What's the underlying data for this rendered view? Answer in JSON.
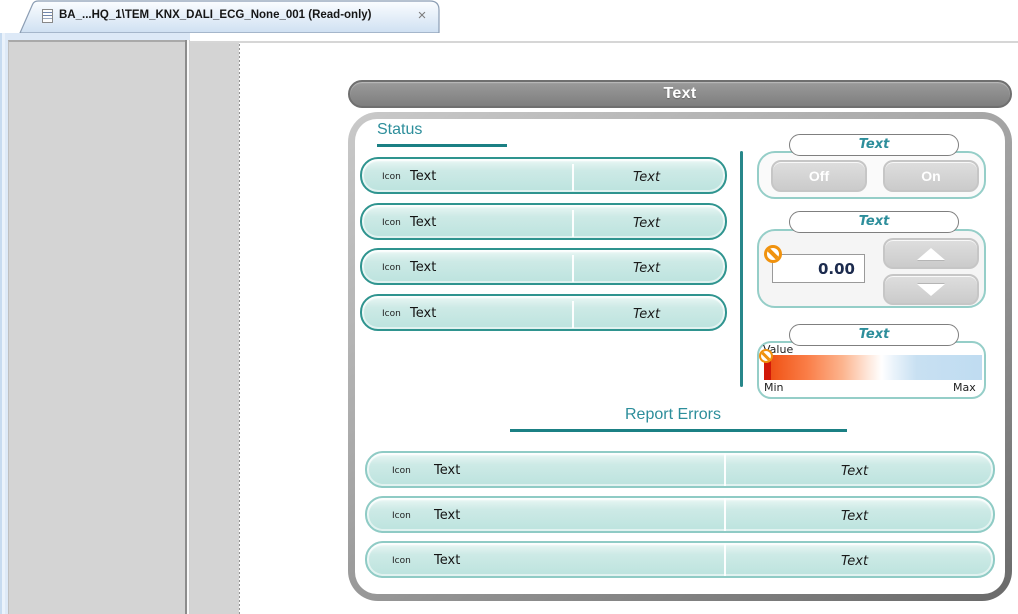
{
  "window": {
    "tab": {
      "title": "BA_...HQ_1\\TEM_KNX_DALI_ECG_None_001 (Read-only)",
      "close_glyph": "×"
    }
  },
  "template": {
    "header": {
      "title": "Text"
    },
    "status": {
      "heading": "Status",
      "rows": [
        {
          "icon": "Icon",
          "label": "Text",
          "value": "Text"
        },
        {
          "icon": "Icon",
          "label": "Text",
          "value": "Text"
        },
        {
          "icon": "Icon",
          "label": "Text",
          "value": "Text"
        },
        {
          "icon": "Icon",
          "label": "Text",
          "value": "Text"
        }
      ]
    },
    "controls": {
      "switch": {
        "caption": "Text",
        "off": "Off",
        "on": "On"
      },
      "setpoint": {
        "caption": "Text",
        "value": "0.00"
      },
      "bargraph": {
        "caption": "Text",
        "value_label": "Value",
        "min_label": "Min",
        "max_label": "Max"
      }
    },
    "report": {
      "heading": "Report Errors",
      "rows": [
        {
          "icon": "Icon",
          "label": "Text",
          "value": "Text"
        },
        {
          "icon": "Icon",
          "label": "Text",
          "value": "Text"
        },
        {
          "icon": "Icon",
          "label": "Text",
          "value": "Text"
        }
      ]
    }
  },
  "colors": {
    "teal_accent": "#2D8E9B",
    "teal_row_border": "#2F948F",
    "row_fill": "#C6E8E4",
    "header_gray": "#8B8B8B",
    "warning_orange": "#F0920E",
    "value_navy": "#1C2B4E",
    "bar_red": "#E8470F",
    "bar_blue": "#BFDCF1"
  }
}
